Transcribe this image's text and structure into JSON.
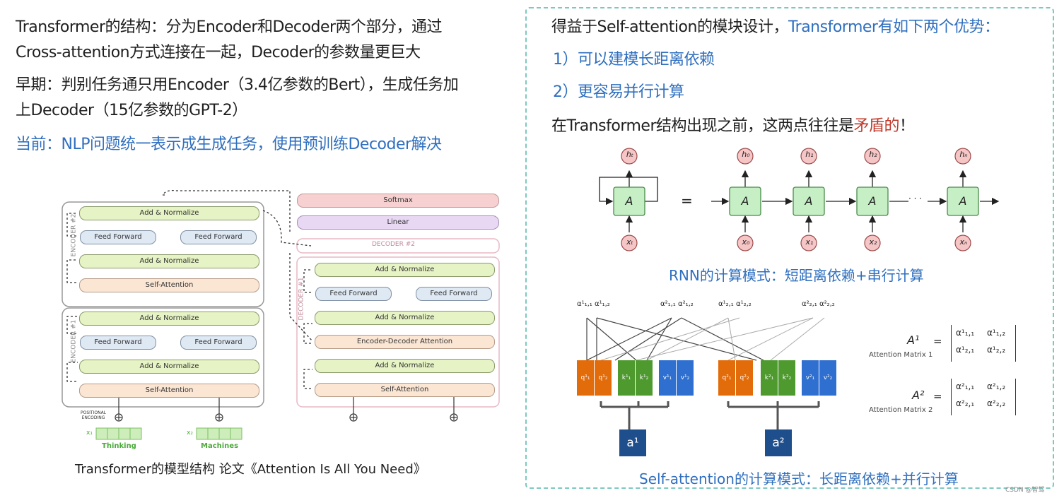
{
  "left": {
    "line1": "Transformer的结构：分为Encoder和Decoder两个部分，通过",
    "line2": "Cross-attention方式连接在一起，Decoder的参数量更巨大",
    "line3": "早期：判别任务通只用Encoder（3.4亿参数的Bert），生成任务加",
    "line4": "上Decoder（15亿参数的GPT-2）",
    "line5": "当前：NLP问题统一表示成生成任务，使用预训练Decoder解决",
    "caption": "Transformer的模型结构    论文《Attention Is All You Need》"
  },
  "transformer": {
    "encoder2_label": "ENCODER #2",
    "encoder1_label": "ENCODER #1",
    "decoder2_label": "DECODER #2",
    "decoder1_label": "DECODER #1",
    "add_norm": "Add & Normalize",
    "feed_forward": "Feed Forward",
    "self_attention": "Self-Attention",
    "enc_dec_attention": "Encoder-Decoder Attention",
    "softmax": "Softmax",
    "linear": "Linear",
    "positional_encoding_1": "POSITIONAL",
    "positional_encoding_2": "ENCODING",
    "x1": "x₁",
    "x2": "x₂",
    "word1": "Thinking",
    "word2": "Machines"
  },
  "right": {
    "line1_black": "得益于Self-attention的模块设计，",
    "line1_blue": "Transformer有如下两个优势：",
    "adv1": "1）可以建模长距离依赖",
    "adv2": "2）更容易并行计算",
    "line4_black": "在Transformer结构出现之前，这两点往往是",
    "line4_red": "矛盾的",
    "line4_end": "！",
    "rnn_caption": "RNN的计算模式：短距离依赖+串行计算",
    "sa_caption": "Self-attention的计算模式：长距离依赖+并行计算",
    "rnn_cell": "A",
    "rnn_equals": "=",
    "rnn_ellipsis": "· · ·",
    "h_labels": [
      "hₜ",
      "h₀",
      "h₁",
      "h₂",
      "hₙ"
    ],
    "x_labels": [
      "xₜ",
      "x₀",
      "x₁",
      "x₂",
      "xₙ"
    ],
    "a1": "a¹",
    "a2": "a²",
    "matrix1_name": "A¹",
    "matrix1_sub": "Attention Matrix 1",
    "matrix2_name": "A²",
    "matrix2_sub": "Attention Matrix 2",
    "matrix1": [
      [
        "α¹₁,₁",
        "α¹₁,₂"
      ],
      [
        "α¹₂,₁",
        "α¹₂,₂"
      ]
    ],
    "matrix2": [
      [
        "α²₁,₁",
        "α²₁,₂"
      ],
      [
        "α²₂,₁",
        "α²₂,₂"
      ]
    ],
    "alpha_labels": [
      "α¹₁,₁ α¹₁,₂",
      "α²₁,₁ α²₁,₂",
      "α¹₂,₁ α¹₂,₂",
      "α²₂,₁ α²₂,₂"
    ],
    "q_labels": [
      "q¹₁",
      "q¹₂",
      "q²₁",
      "q²₂"
    ],
    "k_labels": [
      "k¹₁",
      "k¹₂",
      "k²₁",
      "k²₂"
    ],
    "v_labels": [
      "v¹₁",
      "v¹₂",
      "v²₁",
      "v²₂"
    ],
    "colors": {
      "q": "#e36c0a",
      "k": "#4e9a2f",
      "v": "#2e6fd0",
      "a": "#1f4e8c",
      "rnn_cell": "#c6efc6",
      "rnn_circle": "#f6c6c6"
    }
  },
  "watermark": "CSDN @智驾"
}
